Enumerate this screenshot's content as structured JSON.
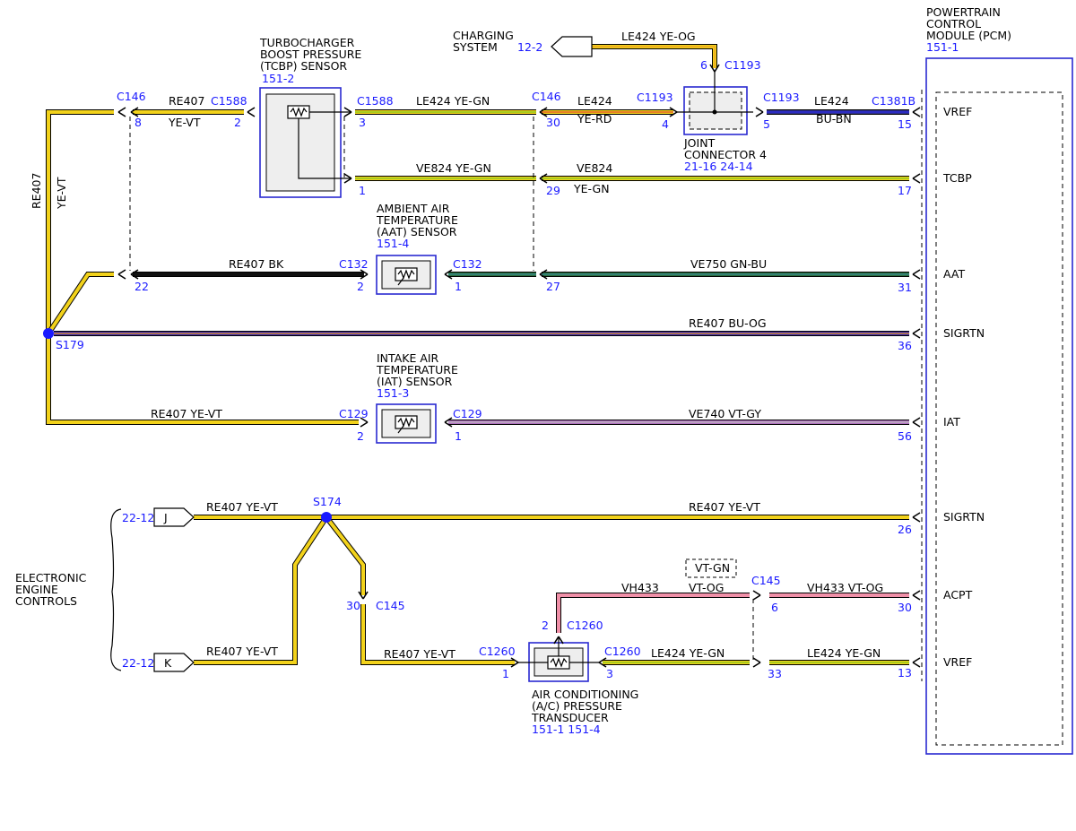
{
  "colors": {
    "text_blue": "#1a1aff",
    "component_border": "#2a2ad0",
    "YE": "#f2d21b",
    "VT": "#f2d21b",
    "GN": "#7ec820",
    "RD": "#e0502a",
    "BN": "#303090",
    "BK": "#111111",
    "GNBU": "#2a6e3a",
    "OG": "#f2d21b",
    "BUOG": "#3a2ab0",
    "VTGY": "#b070c0",
    "VTOG": "#f090a8"
  },
  "pcm": {
    "title_lines": [
      "POWERTRAIN",
      "CONTROL",
      "MODULE (PCM)"
    ],
    "ref": "151-1",
    "pins": [
      {
        "label": "VREF",
        "pin": "15"
      },
      {
        "label": "TCBP",
        "pin": "17"
      },
      {
        "label": "AAT",
        "pin": "31"
      },
      {
        "label": "SIGRTN",
        "pin": "36"
      },
      {
        "label": "IAT",
        "pin": "56"
      },
      {
        "label": "SIGRTN",
        "pin": "26"
      },
      {
        "label": "ACPT",
        "pin": "30"
      },
      {
        "label": "VREF",
        "pin": "13"
      }
    ]
  },
  "components": {
    "tcbp": {
      "lines": [
        "TURBOCHARGER",
        "BOOST PRESSURE",
        "(TCBP) SENSOR"
      ],
      "ref": "151-2"
    },
    "aat": {
      "lines": [
        "AMBIENT AIR",
        "TEMPERATURE",
        "(AAT) SENSOR"
      ],
      "ref": "151-4"
    },
    "iat": {
      "lines": [
        "INTAKE AIR",
        "TEMPERATURE",
        "(IAT) SENSOR"
      ],
      "ref": "151-3"
    },
    "joint": {
      "lines": [
        "JOINT",
        "CONNECTOR 4"
      ],
      "ref": "21-16 24-14"
    },
    "charging": {
      "lines": [
        "CHARGING",
        "SYSTEM"
      ],
      "ref": "12-2"
    },
    "acpt": {
      "lines": [
        "AIR CONDITIONING",
        "(A/C) PRESSURE",
        "TRANSDUCER"
      ],
      "ref": "151-1 151-4"
    },
    "eec": {
      "lines": [
        "ELECTRONIC",
        "ENGINE",
        "CONTROLS"
      ],
      "ref_j": "22-12",
      "ref_k": "22-12",
      "j": "J",
      "k": "K"
    }
  },
  "splices": {
    "s179": "S179",
    "s174": "S174"
  },
  "connectors": {
    "c146": "C146",
    "c1588": "C1588",
    "c1193": "C1193",
    "c1381b": "C1381B",
    "c132": "C132",
    "c129": "C129",
    "c145": "C145",
    "c1260": "C1260",
    "vtgn": "VT-GN"
  },
  "wire_labels": {
    "re407": "RE407",
    "yevt": "YE-VT",
    "le424_yegn": "LE424  YE-GN",
    "le424": "LE424",
    "yerd": "YE-RD",
    "bubn": "BU-BN",
    "le424_yeog": "LE424   YE-OG",
    "ve824_yegn": "VE824  YE-GN",
    "ve824": "VE824",
    "yegn": "YE-GN",
    "re407_bk": "RE407  BK",
    "ve750": "VE750  GN-BU",
    "re407_buog": "RE407  BU-OG",
    "re407_yevt": "RE407  YE-VT",
    "ve740": "VE740  VT-GY",
    "vh433": "VH433",
    "vtog": "VT-OG",
    "vh433_vtog": "VH433  VT-OG"
  },
  "pins": {
    "p8": "8",
    "p2": "2",
    "p3": "3",
    "p30": "30",
    "p4": "4",
    "p5": "5",
    "p6": "6",
    "p1": "1",
    "p29": "29",
    "p22": "22",
    "p27": "27",
    "p33": "33"
  }
}
